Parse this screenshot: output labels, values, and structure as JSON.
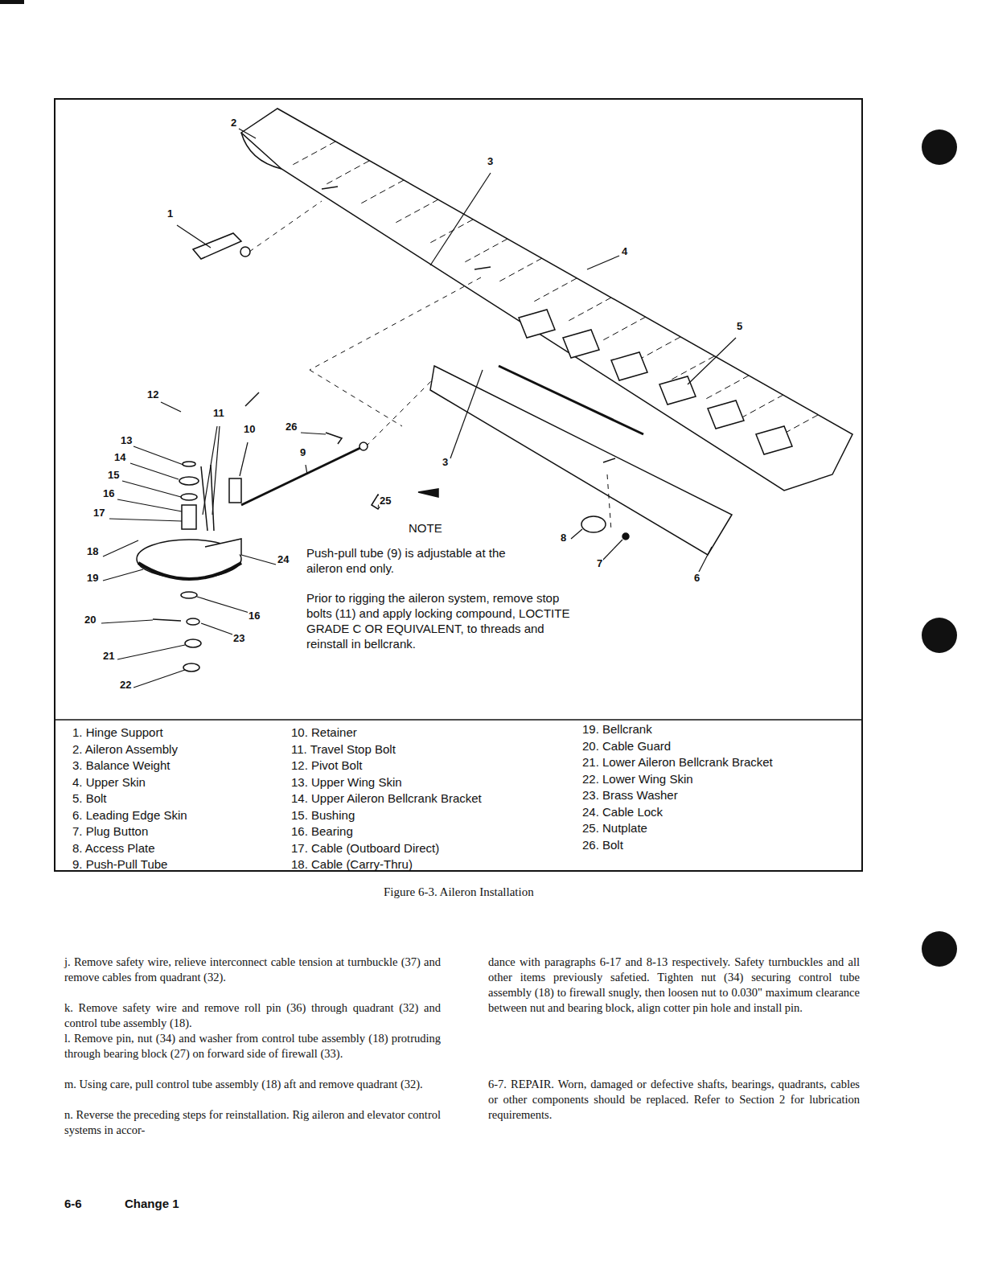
{
  "diagram": {
    "caption": "Figure 6-3. Aileron Installation",
    "labels": [
      "2",
      "3",
      "1",
      "4",
      "5",
      "12",
      "11",
      "10",
      "26",
      "9",
      "13",
      "14",
      "15",
      "16",
      "17",
      "18",
      "19",
      "24",
      "25",
      "3",
      "8",
      "7",
      "6",
      "16",
      "20",
      "23",
      "21",
      "22",
      "NOTE",
      "Push-pull tube (9) is adjustable at the aileron end only.",
      "Prior to rigging the aileron system, remove stop bolts (11) and apply locking compound, LOCTITE GRADE C OR EQUIVALENT, to threads and reinstall in bellcrank.",
      "1. Hinge Support",
      "2. Aileron Assembly",
      "3. Balance Weight",
      "4. Upper Skin",
      "5. Bolt",
      "6. Leading Edge Skin",
      "7. Plug Button",
      "8. Access Plate",
      "9. Push-Pull Tube",
      "10. Retainer",
      "11. Travel Stop Bolt",
      "12. Pivot Bolt",
      "13. Upper Wing Skin",
      "14. Upper Aileron Bellcrank Bracket",
      "15. Bushing",
      "16. Bearing",
      "17. Cable (Outboard Direct)",
      "18. Cable (Carry-Thru)",
      "19. Bellcrank",
      "20. Cable Guard",
      "21. Lower Aileron Bellcrank Bracket",
      "22. Lower Wing Skin",
      "23. Brass Washer",
      "24. Cable Lock",
      "25. Nutplate",
      "26. Bolt",
      "j. Remove safety wire, relieve interconnect cable tension at turnbuckle (37) and remove cables from quadrant (32).",
      "k. Remove safety wire and remove roll pin (36) through quadrant (32) and control tube assembly (18).",
      "l. Remove pin, nut (34) and washer from control tube assembly (18) protruding through bearing block (27) on forward side of firewall (33).",
      "m. Using care, pull control tube assembly (18) aft and remove quadrant (32).",
      "n. Reverse the preceding steps for reinstallation. Rig aileron and elevator control systems in accor-",
      "dance with paragraphs 6-17 and 8-13 respectively. Safety turnbuckles and all other items previously safetied. Tighten nut (34) securing control tube assembly (18) to firewall snugly, then loosen nut to 0.030\" maximum clearance between nut and bearing block, align cotter pin hole and install pin.",
      "6-7. REPAIR. Worn, damaged or defective shafts, bearings, quadrants, cables or other components should be replaced. Refer to Section 2 for lubrication requirements.",
      "6-6",
      "Change 1"
    ]
  }
}
